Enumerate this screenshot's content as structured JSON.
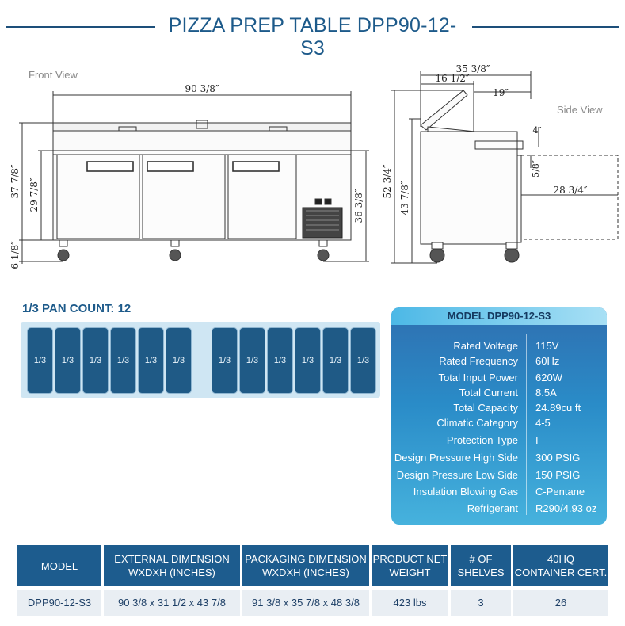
{
  "title": "PIZZA PREP TABLE DPP90-12-S3",
  "front_view": {
    "label": "Front View",
    "dim_width": "90 3/8″",
    "dim_total_height": "37 7/8″",
    "dim_door_height": "29 7/8″",
    "dim_body_height": "36 3/8″",
    "dim_caster": "6 1/8″"
  },
  "side_view": {
    "label": "Side View",
    "dim_depth": "35 3/8″",
    "dim_lid": "16 1/2″",
    "dim_board": "19″",
    "dim_board_height": "4″",
    "dim_board_thickness": "5/8″",
    "dim_door_open": "28 3/4″",
    "dim_open_height": "52 3/4″",
    "dim_closed_height": "43 7/8″"
  },
  "pans": {
    "heading": "1/3 PAN COUNT: 12",
    "items": [
      "1/3",
      "1/3",
      "1/3",
      "1/3",
      "1/3",
      "1/3",
      "1/3",
      "1/3",
      "1/3",
      "1/3",
      "1/3",
      "1/3"
    ]
  },
  "specs": {
    "model": "MODEL DPP90-12-S3",
    "rows": [
      {
        "label": "Rated  Voltage",
        "value": "115V"
      },
      {
        "label": "Rated  Frequency",
        "value": "60Hz"
      },
      {
        "label": "Total Input Power",
        "value": "620W"
      },
      {
        "label": "Total Current",
        "value": "8.5A"
      },
      {
        "label": "Total Capacity",
        "value": "24.89cu ft"
      },
      {
        "label": "Climatic Category",
        "value": "4-5"
      },
      {
        "label": "Protection Type",
        "value": "I"
      },
      {
        "label": "Design Pressure High Side",
        "value": "300 PSIG"
      },
      {
        "label": "Design Pressure Low Side",
        "value": "150 PSIG"
      },
      {
        "label": "Insulation Blowing Gas",
        "value": "C-Pentane"
      },
      {
        "label": "Refrigerant",
        "value": "R290/4.93 oz"
      }
    ]
  },
  "table": {
    "headers": [
      "MODEL",
      "EXTERNAL DIMENSION\nWXDXH (INCHES)",
      "PACKAGING DIMENSION\nWXDXH (INCHES)",
      "PRODUCT NET\nWEIGHT",
      "# OF\nSHELVES",
      "40HQ\nCONTAINER CERT."
    ],
    "row": [
      "DPP90-12-S3",
      "90 3/8 x 31 1/2 x 43 7/8",
      "91 3/8 x 35 7/8 x 48 3/8",
      "423 lbs",
      "3",
      "26"
    ]
  },
  "colors": {
    "brand_blue": "#1d5c8e",
    "panel_gradient_top": "#2f6fb0",
    "panel_gradient_bottom": "#46b2dd",
    "tray": "#cfe6f3"
  }
}
